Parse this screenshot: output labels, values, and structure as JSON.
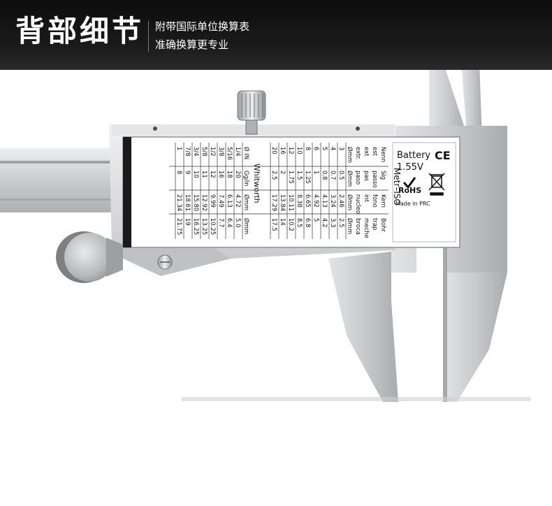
{
  "header": {
    "title": "背部细节",
    "subtitle_1": "附带国际单位换算表",
    "subtitle_2": "准确换算更专业"
  },
  "label": {
    "battery": "Battery",
    "voltage": "1.55V",
    "ce_mark": "CE",
    "rohs": "RoHS",
    "made_in": "Made in PRC",
    "metr_title": "Metr–ISO",
    "whit_title": "Whitworth"
  },
  "metric_table": {
    "headers": [
      [
        "Nenn",
        "Sig",
        "Kern",
        "Bohr"
      ],
      [
        "est",
        "passo",
        "fono",
        "trap"
      ],
      [
        "ext",
        "pas",
        "int",
        "meche"
      ],
      [
        "extr.",
        "paso",
        "nucleo",
        "broca"
      ],
      [
        "Ømm",
        "Ømm",
        "Ømm",
        "Ømm"
      ]
    ],
    "rows": [
      [
        "3",
        "0.5",
        "2.46",
        "2.5"
      ],
      [
        "4",
        "0.7",
        "3.24",
        "3.3"
      ],
      [
        "5",
        "0.8",
        "4.13",
        "4.2"
      ],
      [
        "6",
        "1",
        "4.92",
        "5"
      ],
      [
        "8",
        "1.25",
        "6.65",
        "6.8"
      ],
      [
        "10",
        "1.5",
        "8.38",
        "8.5"
      ],
      [
        "12",
        "1.75",
        "10.11",
        "10.2"
      ],
      [
        "16",
        "2",
        "13.84",
        "14"
      ],
      [
        "20",
        "2.5",
        "17.29",
        "17.5"
      ]
    ]
  },
  "whitworth_table": {
    "headers": [
      "Ø IN",
      "Gg/in",
      "Ømm",
      "Ømm"
    ],
    "rows": [
      [
        "1/4",
        "20",
        "4.72",
        "5.0"
      ],
      [
        "5/16",
        "18",
        "6.13",
        "6.4"
      ],
      [
        "3/8",
        "16",
        "7.49",
        "7.7"
      ],
      [
        "1/2",
        "12",
        "9.99",
        "10.25"
      ],
      [
        "5/8",
        "11",
        "12.92",
        "13.25"
      ],
      [
        "3/4",
        "10",
        "15.80",
        "16.25"
      ],
      [
        "7/8",
        "9",
        "18.61",
        "19"
      ],
      [
        "1",
        "8",
        "21.34",
        "21.75"
      ]
    ]
  },
  "icons": [
    "battery-label",
    "ce-mark-icon",
    "rohs-check-icon",
    "weee-bin-icon",
    "thumb-wheel-icon",
    "lock-screw-icon",
    "body-screw-icon"
  ],
  "colors": {
    "header_bg": "#141414",
    "steel": "#cfd2d4",
    "label_bg": "#ffffff"
  }
}
